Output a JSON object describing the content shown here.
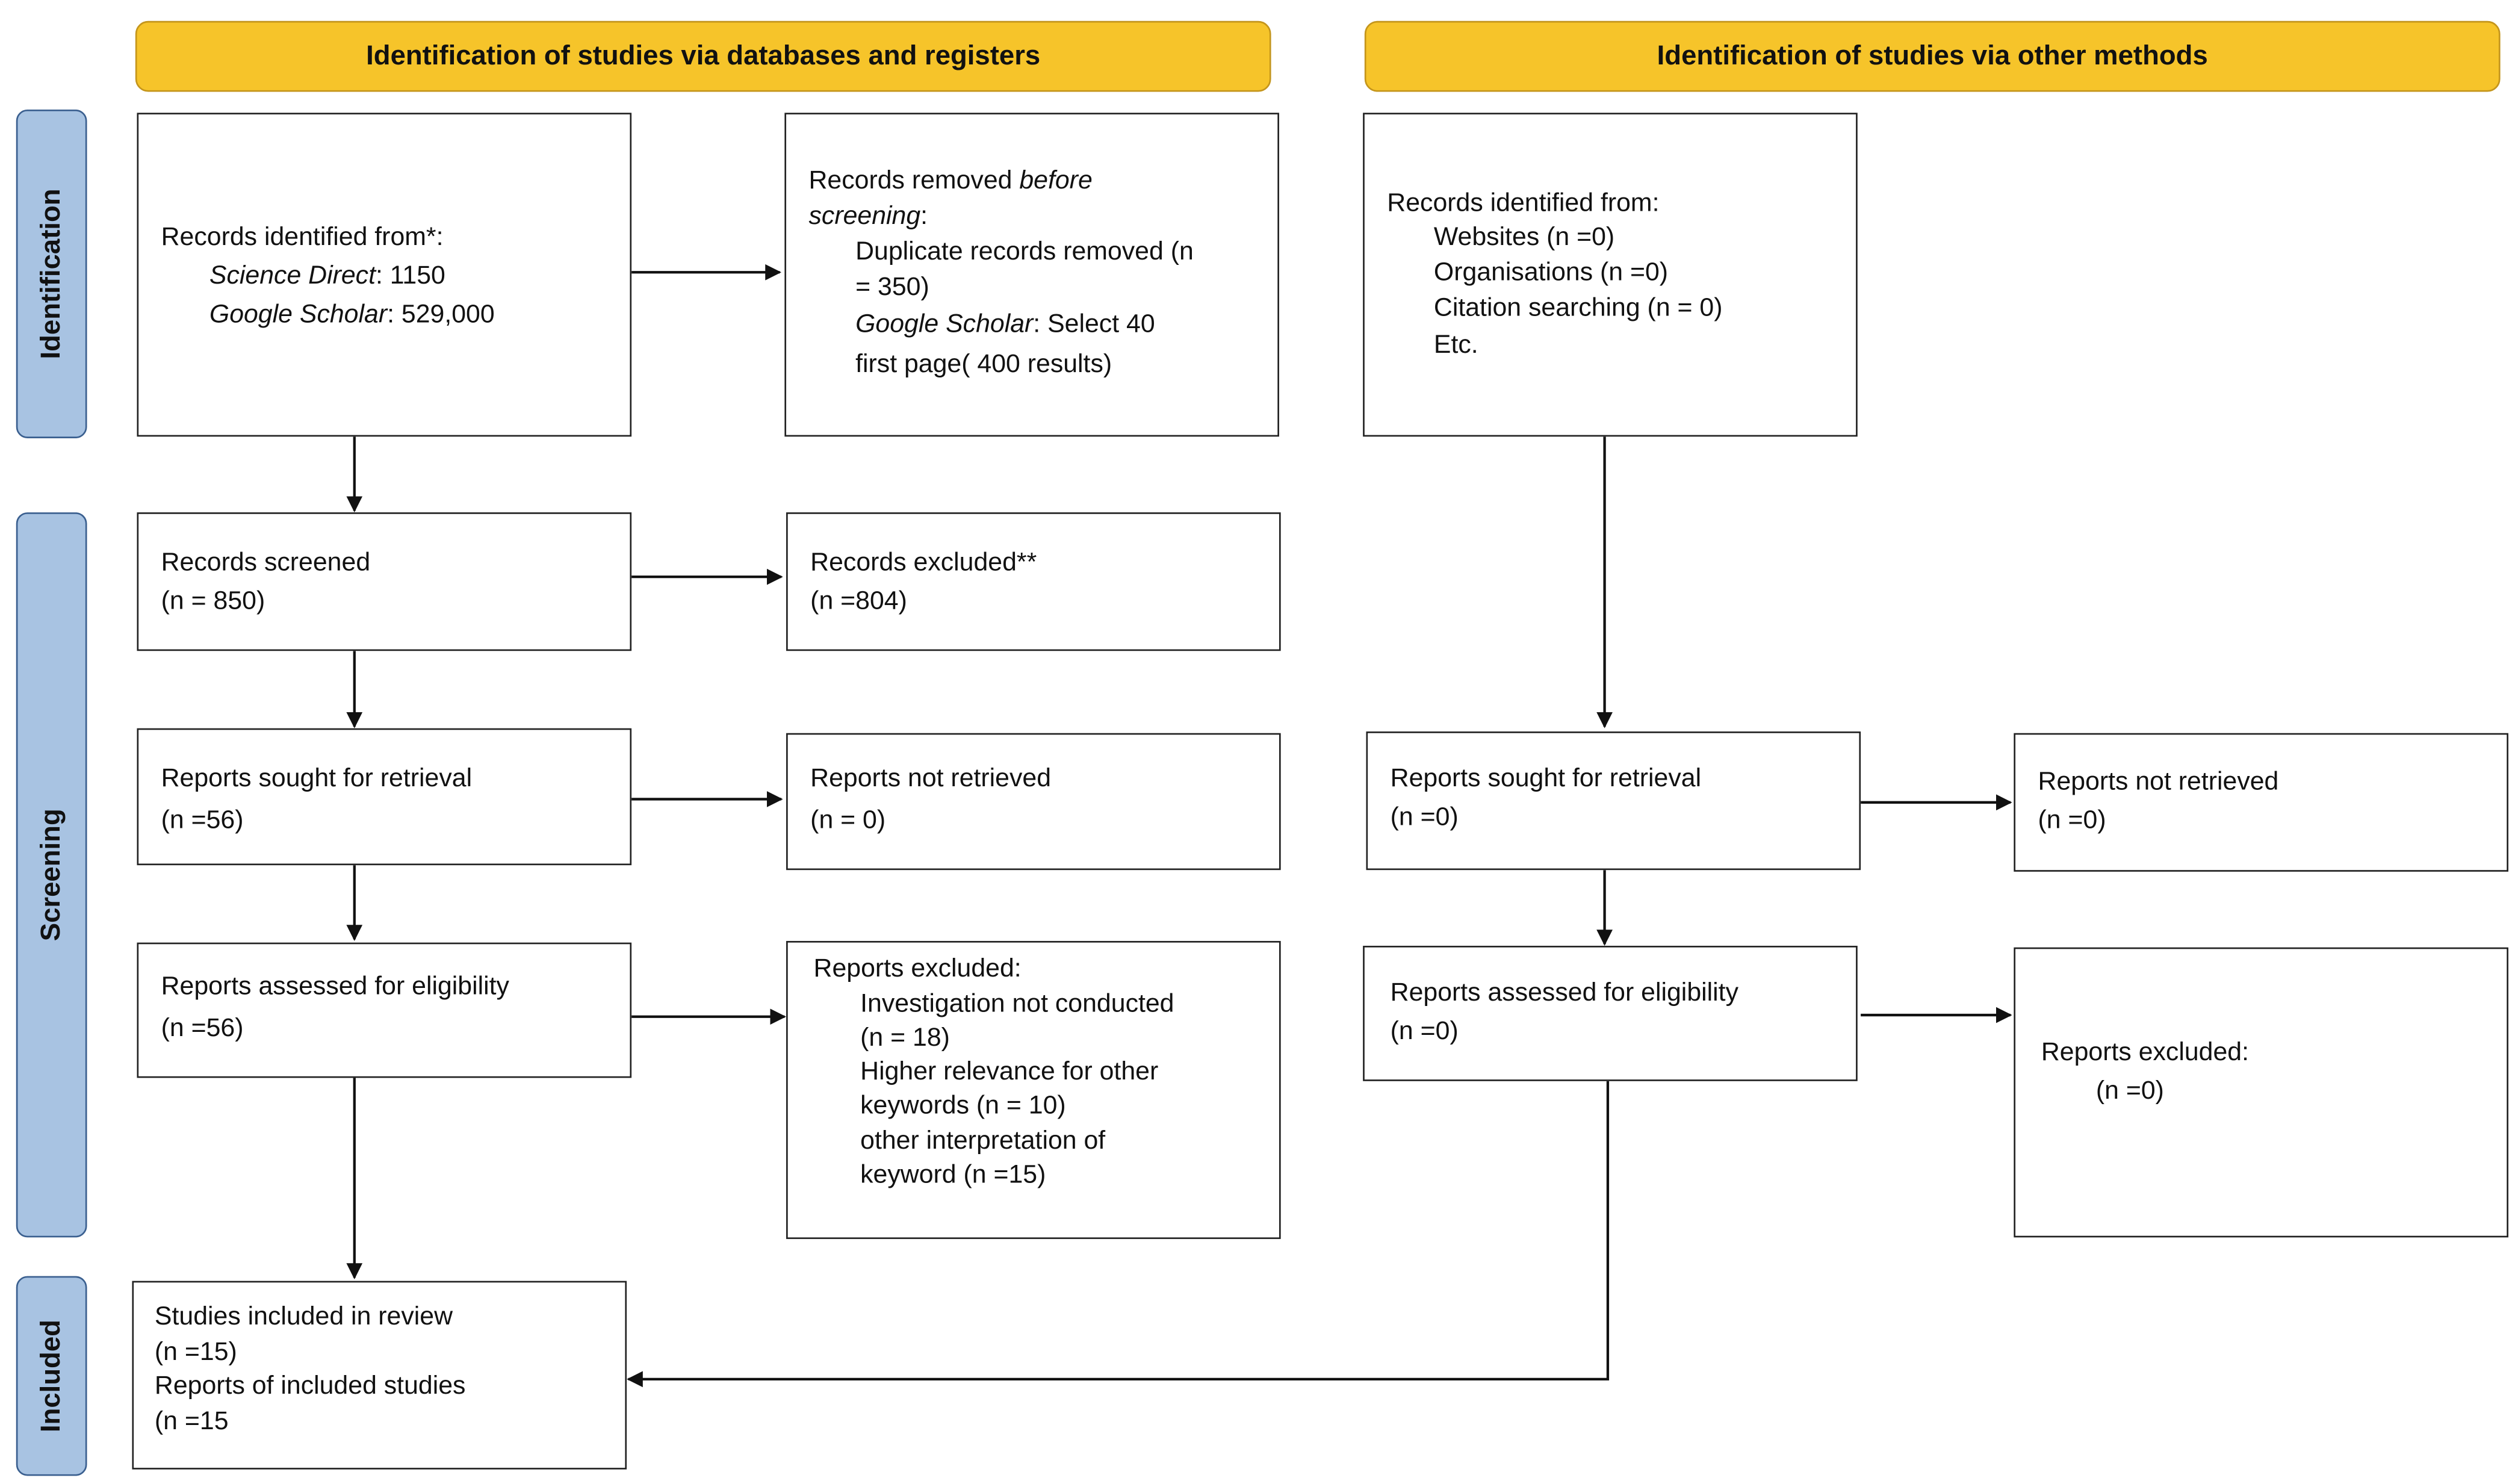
{
  "headers": {
    "databases": "Identification of studies via databases and registers",
    "other": "Identification of studies via other methods"
  },
  "phases": {
    "identification": "Identification",
    "screening": "Screening",
    "included": "Included"
  },
  "db": {
    "identified": {
      "line1": "Records identified from*:",
      "line2_label": "Science Direct",
      "line2_value": ": 1150",
      "line3_label": "Google Scholar",
      "line3_value": ": 529,000"
    },
    "removed": {
      "line1_a": "Records removed ",
      "line1_b": "before",
      "line2_a": "screening",
      "line2_b": ":",
      "line3": "Duplicate records removed (n",
      "line4": "= 350)",
      "line5_label": "Google Scholar",
      "line5_value": ": Select 40",
      "line6": "first page( 400 results)"
    },
    "screened": {
      "line1": "Records screened",
      "line2": "(n = 850)"
    },
    "excluded": {
      "line1": "Records excluded**",
      "line2": "(n =804)"
    },
    "sought": {
      "line1": "Reports sought for retrieval",
      "line2": "(n =56)"
    },
    "not_retrieved": {
      "line1": "Reports not retrieved",
      "line2": "(n = 0)"
    },
    "assessed": {
      "line1": "Reports assessed for eligibility",
      "line2": "(n =56)"
    },
    "reports_excluded": {
      "line1": "Reports excluded:",
      "line2": "Investigation not conducted",
      "line3": "(n = 18)",
      "line4": "Higher relevance for other",
      "line5": "keywords (n = 10)",
      "line6": "other interpretation of",
      "line7": "keyword (n =15)"
    },
    "included": {
      "line1": "Studies included in review",
      "line2": "(n =15)",
      "line3": "Reports of included studies",
      "line4": "(n =15"
    }
  },
  "other": {
    "identified": {
      "line1": "Records identified from:",
      "line2": "Websites (n =0)",
      "line3": "Organisations (n =0)",
      "line4": "Citation searching (n = 0)",
      "line5": "Etc."
    },
    "sought": {
      "line1": "Reports sought for retrieval",
      "line2": "(n =0)"
    },
    "not_retrieved": {
      "line1": "Reports not retrieved",
      "line2": "(n =0)"
    },
    "assessed": {
      "line1": "Reports assessed for eligibility",
      "line2": "(n =0)"
    },
    "excluded": {
      "line1": "Reports excluded:",
      "line2": "(n =0)"
    }
  },
  "colors": {
    "header_fill": "#f6c42a",
    "phase_fill": "#a8c3e2",
    "line": "#222222"
  }
}
